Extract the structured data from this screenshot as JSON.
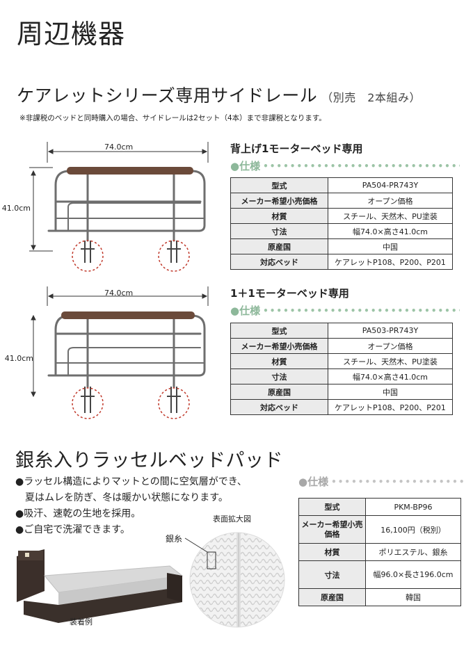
{
  "page": {
    "title": "周辺機器"
  },
  "siderail": {
    "title": "ケアレットシリーズ専用サイドレール",
    "subtitle": "（別売　2本組み）",
    "note": "※非課税のベッドと同時購入の場合、サイドレールは2セット（4本）まで非課税となります。",
    "products": [
      {
        "heading": "背上げ1モーターベッド専用",
        "spec_label": "●仕様",
        "width_dim": "74.0cm",
        "height_dim": "41.0cm",
        "rows": [
          {
            "k": "型式",
            "v": "PA504-PR743Y"
          },
          {
            "k": "メーカー希望小売価格",
            "v": "オープン価格"
          },
          {
            "k": "材質",
            "v": "スチール、天然木、PU塗装"
          },
          {
            "k": "寸法",
            "v": "幅74.0×高さ41.0cm"
          },
          {
            "k": "原産国",
            "v": "中国"
          },
          {
            "k": "対応ベッド",
            "v": "ケアレットP108、P200、P201"
          }
        ]
      },
      {
        "heading": "1＋1モーターベッド専用",
        "spec_label": "●仕様",
        "width_dim": "74.0cm",
        "height_dim": "41.0cm",
        "rows": [
          {
            "k": "型式",
            "v": "PA503-PR743Y"
          },
          {
            "k": "メーカー希望小売価格",
            "v": "オープン価格"
          },
          {
            "k": "材質",
            "v": "スチール、天然木、PU塗装"
          },
          {
            "k": "寸法",
            "v": "幅74.0×高さ41.0cm"
          },
          {
            "k": "原産国",
            "v": "中国"
          },
          {
            "k": "対応ベッド",
            "v": "ケアレットP108、P200、P201"
          }
        ]
      }
    ]
  },
  "pad": {
    "title": "銀糸入りラッセルベッドパッド",
    "bullets": [
      "●ラッセル構造によりマットとの間に空気層ができ、",
      "　夏はムレを防ぎ、冬は暖かい状態になります。",
      "●吸汗、速乾の生地を採用。",
      "●ご自宅で洗濯できます。"
    ],
    "zoom_caption": "表面拡大図",
    "silver_label": "銀糸",
    "bed_caption": "装着例",
    "spec_label": "●仕様",
    "rows": [
      {
        "k": "型式",
        "v": "PKM-BP96"
      },
      {
        "k": "メーカー希望小売価格",
        "v": "16,100円（税別）"
      },
      {
        "k": "材質",
        "v": "ポリエステル、銀糸"
      },
      {
        "k": "寸法",
        "v": "幅96.0×長さ196.0cm"
      },
      {
        "k": "原産国",
        "v": "韓国"
      }
    ]
  },
  "colors": {
    "accent_green": "#8db89a",
    "rail_wood": "#6b4a3a",
    "rail_metal": "#6e6e6e",
    "callout_red": "#c0392b"
  }
}
